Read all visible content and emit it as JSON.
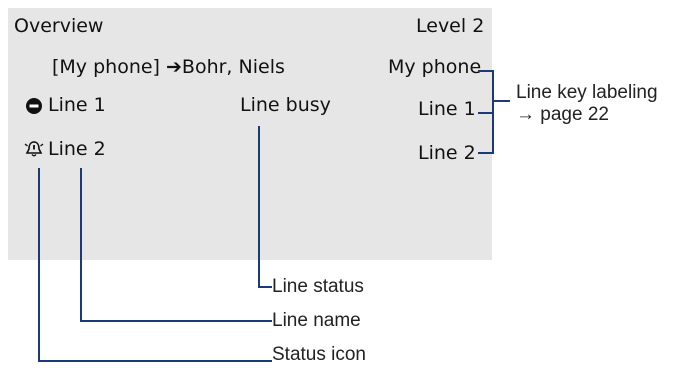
{
  "screen": {
    "title": "Overview",
    "level": "Level 2",
    "call_info": "[My phone] ➔Bohr, Niels",
    "key_labels": [
      "My phone",
      "Line 1",
      "Line 2"
    ],
    "lines": [
      {
        "icon": "do-not-disturb-icon",
        "name": "Line 1",
        "status": "Line busy"
      },
      {
        "icon": "alarm-bell-icon",
        "name": "Line 2",
        "status": ""
      }
    ]
  },
  "annotations": {
    "line_key_labeling": "Line key labeling",
    "page_ref": "→ page 22",
    "line_status": "Line status",
    "line_name": "Line name",
    "status_icon": "Status icon"
  },
  "colors": {
    "screen_bg": "#e6e6e6",
    "callout_line": "#1a3a78"
  }
}
